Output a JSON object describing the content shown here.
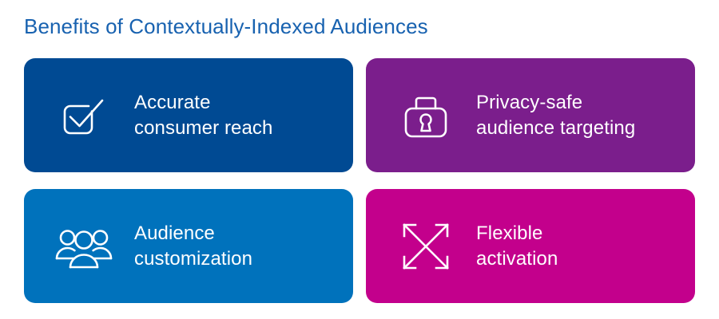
{
  "title": "Benefits of Contextually-Indexed Audiences",
  "colors": {
    "title_text": "#1862B0",
    "card_blue_dark": "#004A93",
    "card_purple": "#7B1E8C",
    "card_blue_light": "#0072BC",
    "card_magenta": "#C3008C",
    "card_text": "#FFFFFF",
    "background": "#FFFFFF"
  },
  "cards": [
    {
      "icon": "checkbox-check-icon",
      "line1": "Accurate",
      "line2": "consumer reach",
      "color": "#004A93"
    },
    {
      "icon": "padlock-icon",
      "line1": "Privacy-safe",
      "line2": "audience targeting",
      "color": "#7B1E8C"
    },
    {
      "icon": "people-group-icon",
      "line1": "Audience",
      "line2": "customization",
      "color": "#0072BC"
    },
    {
      "icon": "expand-arrows-icon",
      "line1": "Flexible",
      "line2": "activation",
      "color": "#C3008C"
    }
  ]
}
